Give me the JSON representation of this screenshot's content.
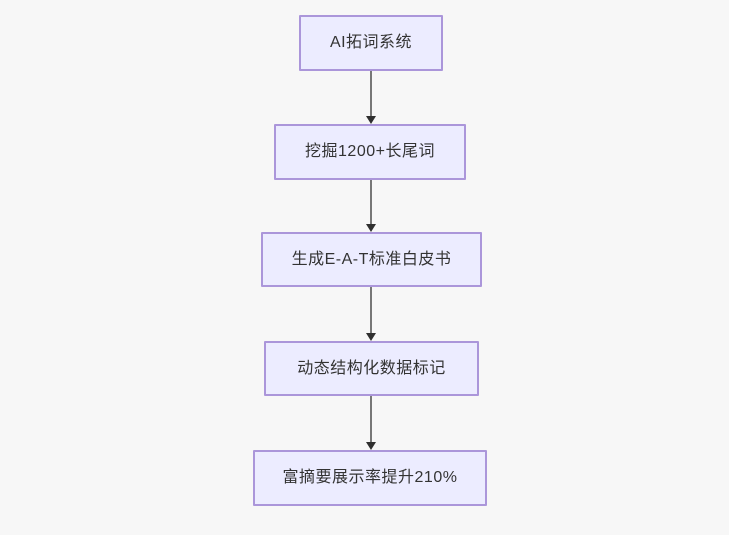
{
  "diagram": {
    "type": "flowchart",
    "direction": "top-down",
    "nodes": [
      {
        "id": "n1",
        "label": "AI拓词系统"
      },
      {
        "id": "n2",
        "label": "挖掘1200+长尾词"
      },
      {
        "id": "n3",
        "label": "生成E-A-T标准白皮书"
      },
      {
        "id": "n4",
        "label": "动态结构化数据标记"
      },
      {
        "id": "n5",
        "label": "富摘要展示率提升210%"
      }
    ],
    "edges": [
      {
        "from": "n1",
        "to": "n2",
        "arrow": "down"
      },
      {
        "from": "n2",
        "to": "n3",
        "arrow": "down"
      },
      {
        "from": "n3",
        "to": "n4",
        "arrow": "down"
      },
      {
        "from": "n4",
        "to": "n5",
        "arrow": "down"
      }
    ],
    "colors": {
      "background": "#f7f7f7",
      "node_fill": "#ECECFF",
      "node_border": "#ab96da",
      "edge": "#777777",
      "arrowhead": "#2f2f2f",
      "text": "#333333"
    }
  }
}
